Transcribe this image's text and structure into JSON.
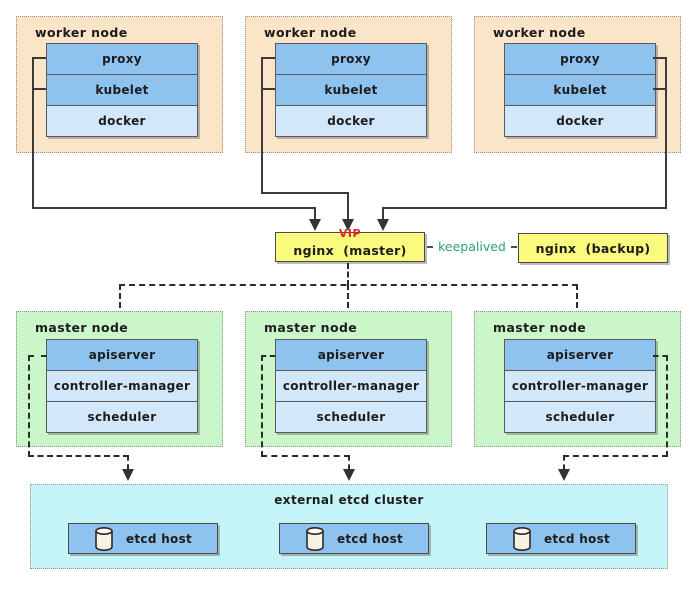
{
  "colors": {
    "worker_node_bg": "#fae5c9",
    "master_node_bg": "#cbf6ca",
    "etcd_cluster_bg": "#c5f4f9",
    "component_blue": "#8fc3ef",
    "component_light_blue": "#d3e7fb",
    "nginx_yellow": "#fafa7e",
    "vip_red": "#e6261f",
    "keepalived_green": "#2fa173",
    "line_dark": "#3a3a3a"
  },
  "worker_nodes": [
    {
      "title": "worker node",
      "components": [
        "proxy",
        "kubelet",
        "docker"
      ]
    },
    {
      "title": "worker node",
      "components": [
        "proxy",
        "kubelet",
        "docker"
      ]
    },
    {
      "title": "worker node",
      "components": [
        "proxy",
        "kubelet",
        "docker"
      ]
    }
  ],
  "load_balancer": {
    "vip_label": "VIP",
    "master_label": "nginx  (master)",
    "backup_label": "nginx  (backup)",
    "keepalived_label": "keepalived"
  },
  "master_nodes": [
    {
      "title": "master node",
      "components": [
        "apiserver",
        "controller-manager",
        "scheduler"
      ]
    },
    {
      "title": "master node",
      "components": [
        "apiserver",
        "controller-manager",
        "scheduler"
      ]
    },
    {
      "title": "master node",
      "components": [
        "apiserver",
        "controller-manager",
        "scheduler"
      ]
    }
  ],
  "etcd_cluster": {
    "title": "external etcd cluster",
    "hosts": [
      {
        "label": "etcd host",
        "icon": "database-icon"
      },
      {
        "label": "etcd host",
        "icon": "database-icon"
      },
      {
        "label": "etcd host",
        "icon": "database-icon"
      }
    ]
  }
}
